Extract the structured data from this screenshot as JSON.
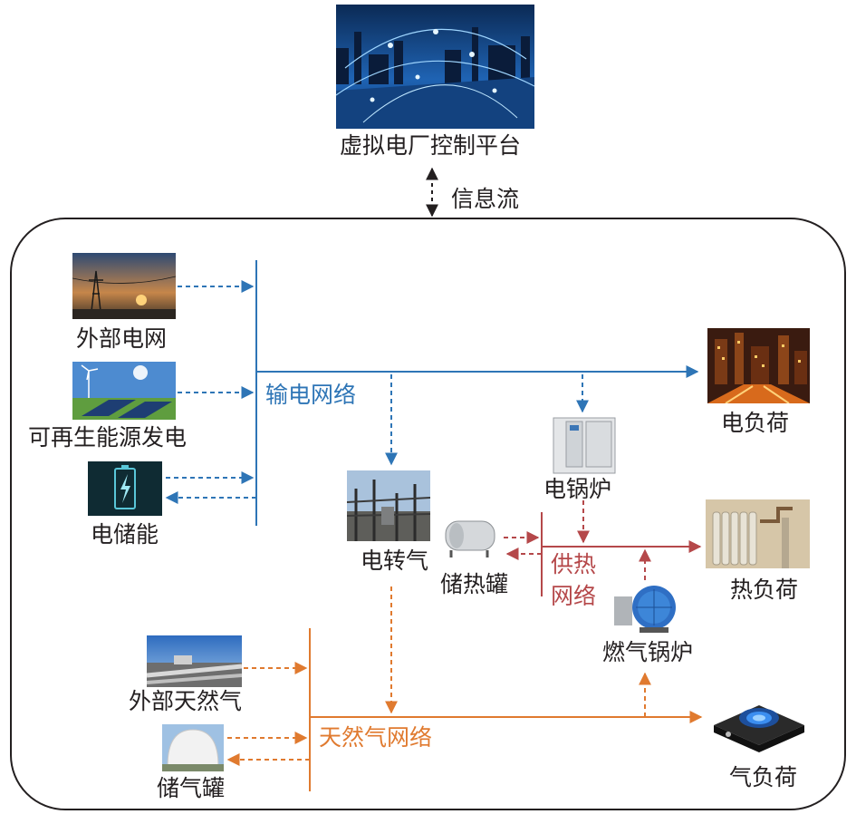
{
  "colors": {
    "electric": "#2e75b6",
    "heat": "#b5484a",
    "gas": "#e07a2f",
    "info": "#231f20",
    "frame": "#231f20"
  },
  "labels": {
    "vpp_platform": "虚拟电厂控制平台",
    "info_flow": "信息流",
    "external_grid": "外部电网",
    "renewable": "可再生能源发电",
    "electric_storage": "电储能",
    "power_network": "输电网络",
    "electric_load": "电负荷",
    "electric_boiler": "电锅炉",
    "p2g": "电转气",
    "heat_storage": "储热罐",
    "heat_network_line1": "供热",
    "heat_network_line2": "网络",
    "heat_load": "热负荷",
    "gas_boiler": "燃气锅炉",
    "external_gas": "外部天然气",
    "gas_storage": "储气罐",
    "gas_network": "天然气网络",
    "gas_load": "气负荷"
  },
  "icons": {
    "vpp": "smart-city-network-photo",
    "grid": "transmission-tower-sunset-photo",
    "renewable": "wind-solar-farm-photo",
    "battery": "battery-bolt-icon",
    "electric_load": "city-night-lights-photo",
    "electric_boiler": "electric-boiler-cabinet-photo",
    "p2g": "industrial-gas-plant-photo",
    "heat_storage": "heat-storage-tank-photo",
    "heat_load": "radiator-photo",
    "gas_boiler": "gas-boiler-photo",
    "external_gas": "gas-pipeline-photo",
    "gas_storage": "gas-holder-dome-photo",
    "gas_load": "gas-stove-burner-photo"
  }
}
